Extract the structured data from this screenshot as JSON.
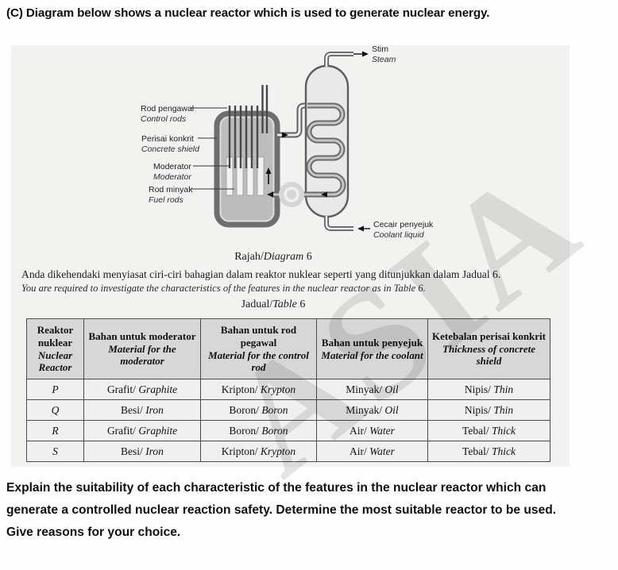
{
  "page": {
    "heading": "(C) Diagram below shows a nuclear reactor which is used to generate nuclear energy.",
    "closing_lines": [
      "Explain the suitability of each characteristic of the features in the nuclear reactor which can",
      "generate a controlled nuclear reaction safety. Determine the most suitable reactor to be used.",
      "Give reasons for your choice."
    ]
  },
  "watermark": "ASIA",
  "figure": {
    "caption": {
      "prefix": "Rajah/",
      "italic": "Diagram",
      "suffix": " 6"
    },
    "labels": {
      "control_rods": {
        "ms": "Rod pengawal",
        "en": "Control rods"
      },
      "concrete_shield": {
        "ms": "Perisai konkrit",
        "en": "Concrete shield"
      },
      "moderator": {
        "ms": "Moderator",
        "en": "Moderator"
      },
      "fuel_rods": {
        "ms": "Rod minyak",
        "en": "Fuel rods"
      },
      "steam": {
        "ms": "Stim",
        "en": "Steam"
      },
      "coolant": {
        "ms": "Cecair penyejuk",
        "en": "Coolant liquid"
      }
    }
  },
  "intro": {
    "ms": "Anda dikehendaki menyiasat ciri-ciri bahagian dalam reaktor nuklear seperti yang ditunjukkan dalam Jadual 6.",
    "en": "You are required to investigate the characteristics of the features in the nuclear reactor as in Table 6."
  },
  "table": {
    "caption": {
      "prefix": "Jadual/",
      "italic": "Table",
      "suffix": " 6"
    },
    "headers": [
      {
        "ms": "Reaktor nuklear",
        "en": "Nuclear Reactor"
      },
      {
        "ms": "Bahan untuk moderator",
        "en": "Material for the moderator"
      },
      {
        "ms": "Bahan untuk rod pegawal",
        "en": "Material for the control rod"
      },
      {
        "ms": "Bahan untuk penyejuk",
        "en": "Material for the coolant"
      },
      {
        "ms": "Ketebalan perisai konkrit",
        "en": "Thickness of concrete shield"
      }
    ],
    "rows": [
      {
        "reactor": "P",
        "cells": [
          {
            "m": "Grafit/",
            "e": "Graphite"
          },
          {
            "m": "Kripton/",
            "e": "Krypton"
          },
          {
            "m": "Minyak/",
            "e": "Oil"
          },
          {
            "m": "Nipis/",
            "e": "Thin"
          }
        ]
      },
      {
        "reactor": "Q",
        "cells": [
          {
            "m": "Besi/",
            "e": "Iron"
          },
          {
            "m": "Boron/",
            "e": "Boron"
          },
          {
            "m": "Minyak/",
            "e": "Oil"
          },
          {
            "m": "Nipis/",
            "e": "Thin"
          }
        ]
      },
      {
        "reactor": "R",
        "cells": [
          {
            "m": "Grafit/",
            "e": "Graphite"
          },
          {
            "m": "Boron/",
            "e": "Boron"
          },
          {
            "m": "Air/",
            "e": "Water"
          },
          {
            "m": "Tebal/",
            "e": "Thick"
          }
        ]
      },
      {
        "reactor": "S",
        "cells": [
          {
            "m": "Besi/",
            "e": "Iron"
          },
          {
            "m": "Kripton/",
            "e": "Krypton"
          },
          {
            "m": "Air/",
            "e": "Water"
          },
          {
            "m": "Tebal/",
            "e": "Thick"
          }
        ]
      }
    ]
  },
  "colors": {
    "panel_bg": "#f2f2f1",
    "table_header_bg": "#d7d7d7",
    "table_row_bg": "#f0f0f0",
    "table_border": "#4c4c4c",
    "diagram_metal": "#6e6e6e"
  }
}
